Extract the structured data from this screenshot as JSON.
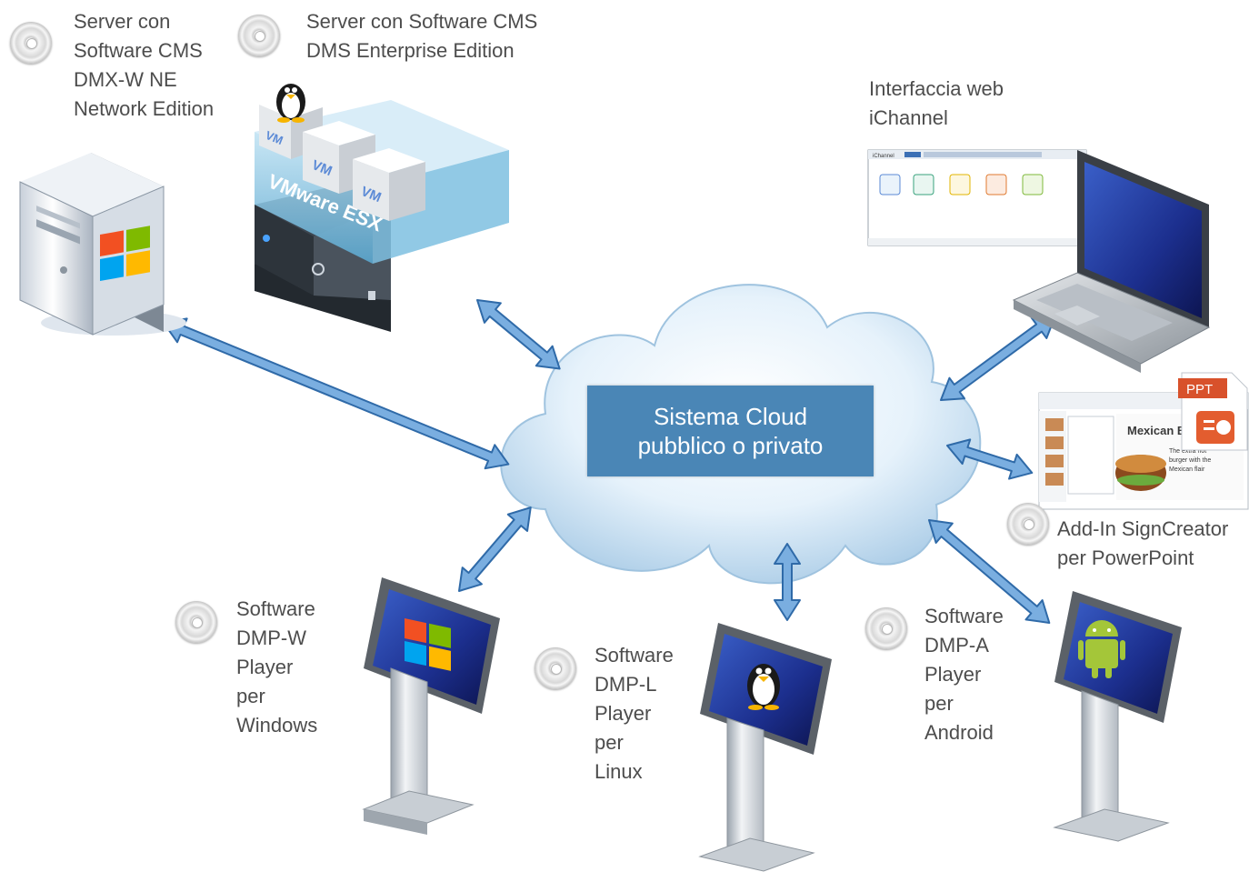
{
  "cloud": {
    "title": "Sistema Cloud\npubblico o privato"
  },
  "nodes": {
    "server_windows": {
      "label": "Server con\nSoftware CMS\nDMX-W NE\nNetwork Edition"
    },
    "server_vmware": {
      "label": "Server con Software CMS\nDMS Enterprise Edition",
      "vm_badge": "VM",
      "host_label": "VMware ESX"
    },
    "web_interface": {
      "label": "Interfaccia web\niChannel",
      "window_title": "iChannel"
    },
    "powerpoint": {
      "label": "Add-In SignCreator\nper PowerPoint",
      "file_badge": "PPT",
      "slide_title": "Mexican Burg",
      "slide_caption": "The extra hot burger with the Mexican flair"
    },
    "player_windows": {
      "label": "Software\nDMP-W\nPlayer\nper\nWindows"
    },
    "player_linux": {
      "label": "Software\nDMP-L\nPlayer\nper\nLinux"
    },
    "player_android": {
      "label": "Software\nDMP-A\nPlayer\nper\nAndroid"
    }
  },
  "colors": {
    "arrow_fill": "#7aaee0",
    "arrow_stroke": "#2f6aa8",
    "cloud_label_bg": "#4a86b6",
    "cloud_fill": "#d9ebf8"
  }
}
